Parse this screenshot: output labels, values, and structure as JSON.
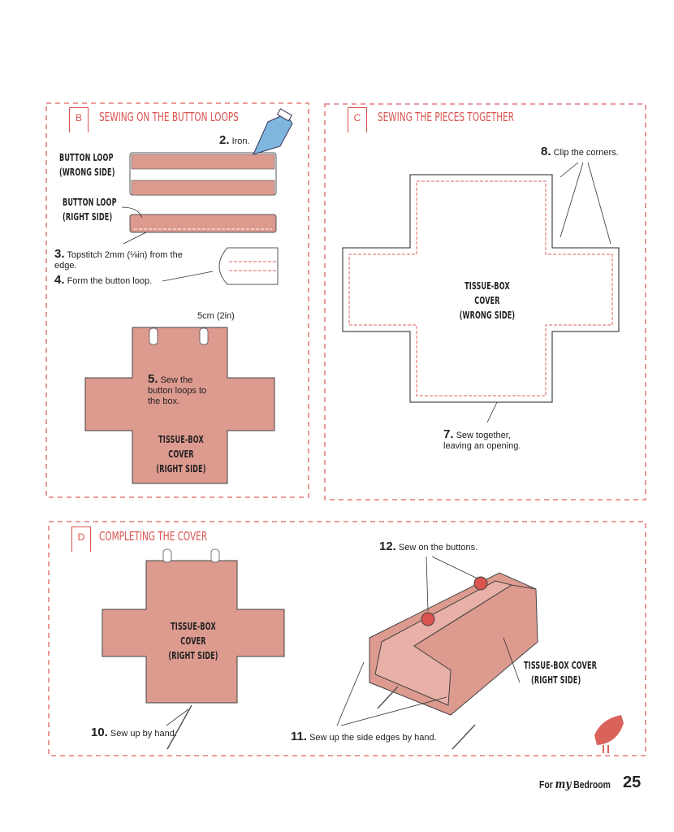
{
  "sections": {
    "b": {
      "letter": "B",
      "title": "Sewing on the button loops"
    },
    "c": {
      "letter": "C",
      "title": "Sewing the pieces together"
    },
    "d": {
      "letter": "D",
      "title": "Completing the cover"
    }
  },
  "labels": {
    "loop_wrong_1": "Button loop",
    "loop_wrong_2": "(wrong side)",
    "loop_right_1": "Button loop",
    "loop_right_2": "(right side)",
    "measure": "5cm (2in)",
    "cover_right_1": "Tissue-box cover",
    "cover_right_2": "(right side)",
    "cover_wrong_1": "Tissue-box cover",
    "cover_wrong_2": "(wrong side)"
  },
  "steps": [
    {
      "num": "2.",
      "text": "Iron."
    },
    {
      "num": "3.",
      "text": "Topstitch 2mm (⅛in) from the edge."
    },
    {
      "num": "4.",
      "text": "Form the button loop."
    },
    {
      "num": "5.",
      "text": "Sew the button loops to the box."
    },
    {
      "num": "7.",
      "text": "Sew together, leaving an opening."
    },
    {
      "num": "8.",
      "text": "Clip the corners."
    },
    {
      "num": "10.",
      "text": "Sew up by hand."
    },
    {
      "num": "11.",
      "text": "Sew up the side edges by hand."
    },
    {
      "num": "12.",
      "text": "Sew on the buttons."
    }
  ],
  "footer": {
    "pre": "For",
    "my": "my",
    "post": "Bedroom",
    "page": "25"
  },
  "colors": {
    "fabric": "#dd9a8f",
    "accent": "#d9534f",
    "iron": "#7fb6e0"
  }
}
